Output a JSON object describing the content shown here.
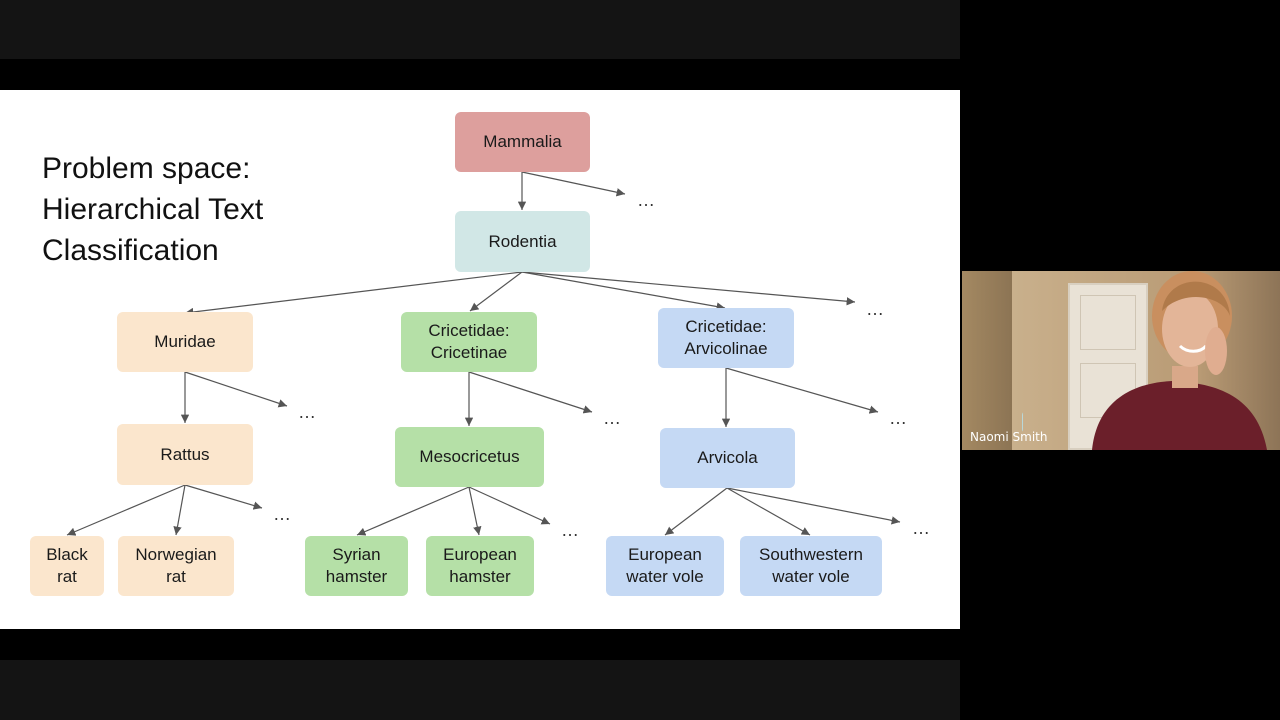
{
  "slide": {
    "title_lines": [
      "Problem space:",
      "Hierarchical Text",
      "Classification"
    ]
  },
  "tree": {
    "ellipsis": "…",
    "nodes": {
      "mammalia": "Mammalia",
      "rodentia": "Rodentia",
      "muridae": "Muridae",
      "cricetinae": "Cricetidae:\nCricetinae",
      "arvicolinae": "Cricetidae:\nArvicolinae",
      "rattus": "Rattus",
      "mesocricetus": "Mesocricetus",
      "arvicola": "Arvicola",
      "black_rat": "Black\nrat",
      "norwegian_rat": "Norwegian\nrat",
      "syrian_hamster": "Syrian\nhamster",
      "european_hamster": "European\nhamster",
      "european_water_vole": "European\nwater vole",
      "southwestern_water_vole": "Southwestern\nwater vole"
    },
    "colors": {
      "mammalia": "#dd9f9d",
      "rodentia": "#d1e7e6",
      "muridae": "#fbe6cd",
      "cricetinae": "#b5e0a7",
      "arvicolinae": "#c5d9f4"
    }
  },
  "participant": {
    "name": "Naomi Smith"
  }
}
